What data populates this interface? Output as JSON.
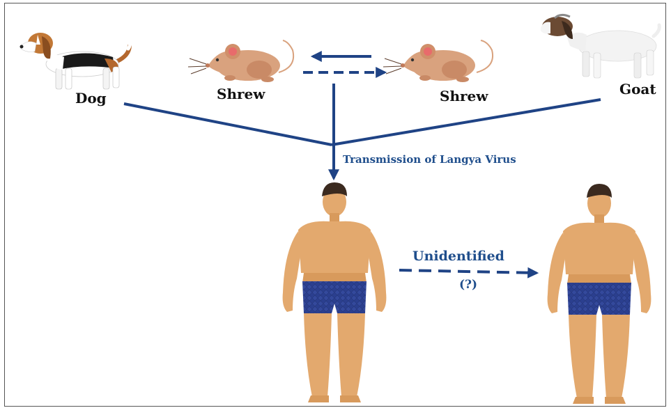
{
  "animals": {
    "dog": "Dog",
    "shrew_left": "Shrew",
    "shrew_right": "Shrew",
    "goat": "Goat"
  },
  "transmission_label": "Transmission of Langya Virus",
  "human_transmission": {
    "label": "Unidentified",
    "question": "(?)"
  },
  "colors": {
    "arrow": "#1f4385",
    "skin": "#e3a96e",
    "shorts": "#2b3f8f",
    "shrew": "#d9a27e"
  }
}
